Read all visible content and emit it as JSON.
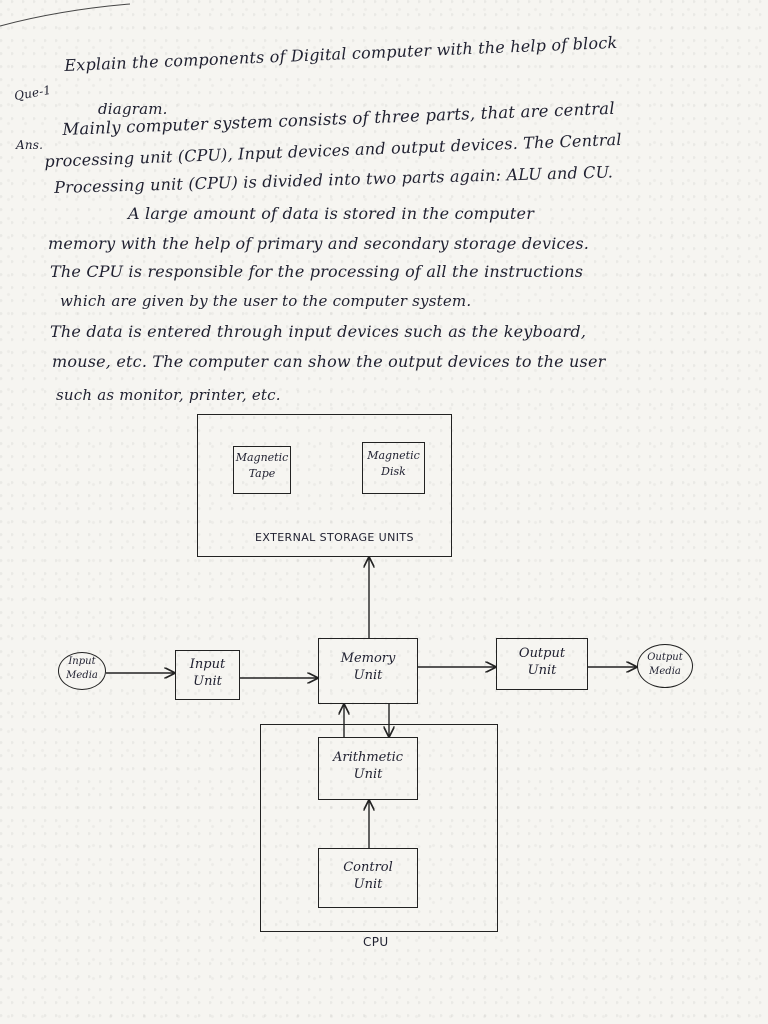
{
  "question": {
    "label": "Que-1",
    "line1": "Explain the components of Digital computer with the help of block",
    "line2": "diagram."
  },
  "answer": {
    "label": "Ans.",
    "lines": [
      "Mainly computer system consists of three parts, that are central",
      "processing unit (CPU), Input devices and output devices. The Central",
      "Processing unit (CPU) is divided into two parts again: ALU and CU.",
      "A large amount of data is stored in the computer",
      "memory with the help of primary and secondary storage devices.",
      "The CPU is responsible for the processing of all the instructions",
      "which are given by the user to the computer system.",
      "The data is entered through input devices such as the keyboard,",
      "mouse, etc. The computer can show the output devices to the user",
      "such as monitor, printer, etc."
    ]
  },
  "diagram": {
    "external_storage": {
      "caption": "EXTERNAL STORAGE UNITS",
      "magnetic_tape": "Magnetic\nTape",
      "magnetic_disk": "Magnetic\nDisk"
    },
    "input_media": "Input\nMedia",
    "input_unit": "Input\nUnit",
    "memory_unit": "Memory\nUnit",
    "output_unit": "Output\nUnit",
    "output_media": "Output\nMedia",
    "arithmetic_unit": "Arithmetic\nUnit",
    "control_unit": "Control\nUnit",
    "cpu_caption": "CPU"
  }
}
